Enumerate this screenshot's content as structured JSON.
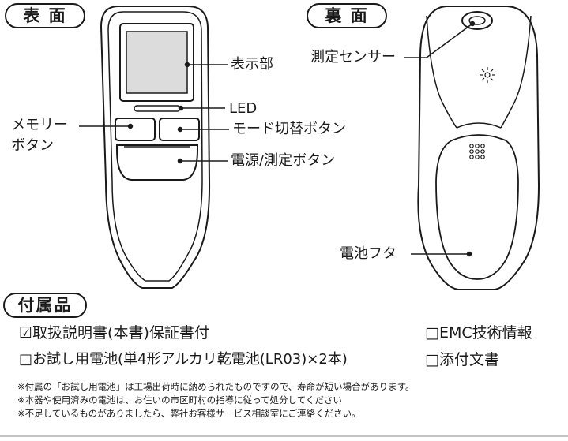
{
  "sections": {
    "front": "表 面",
    "back": "裏 面",
    "accessories": "付属品"
  },
  "front_labels": {
    "display": "表示部",
    "led": "LED",
    "memory_button_line1": "メモリー",
    "memory_button_line2": "ボタン",
    "mode_button": "モード切替ボタン",
    "power_button": "電源/測定ボタン"
  },
  "back_labels": {
    "sensor": "測定センサー",
    "battery_cover": "電池フタ"
  },
  "accessories": {
    "items": [
      {
        "checkbox": "☑",
        "text": "取扱説明書(本書)保証書付"
      },
      {
        "checkbox": "□",
        "text": "EMC技術情報"
      },
      {
        "checkbox": "□",
        "text": "お試し用電池(単4形アルカリ乾電池(LR03)×2本)"
      },
      {
        "checkbox": "□",
        "text": "添付文書"
      }
    ]
  },
  "notes": [
    "※付属の「お試し用電池」は工場出荷時に納められたものですので、寿命が短い場合があります。",
    "※本器や使用済みの電池は、お住いの市区町村の指導に従って処分してください",
    "※不足しているものがありましたら、弊社お客様サービス相談室にご連絡ください。"
  ]
}
